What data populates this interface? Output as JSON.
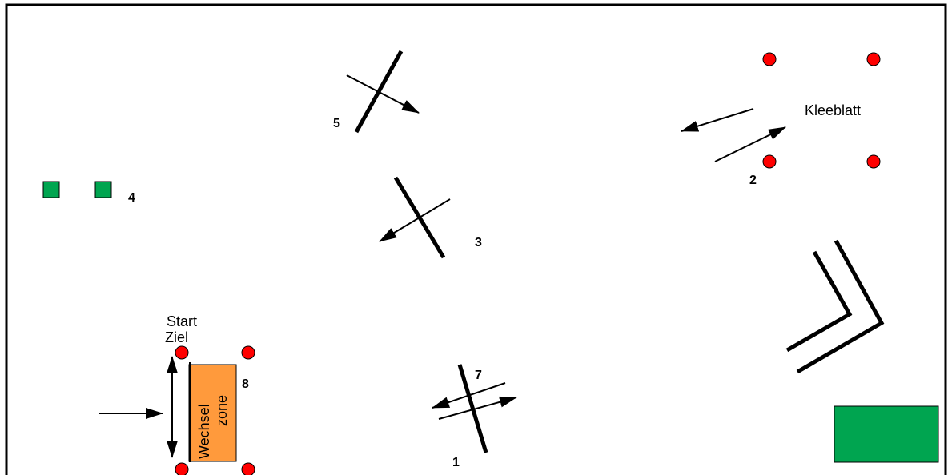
{
  "course": {
    "labels": {
      "kleeblatt": "Kleeblatt",
      "start": "Start",
      "ziel": "Ziel",
      "wechsel": "Wechsel",
      "zone": "zone"
    },
    "obstacles": [
      {
        "number": "1"
      },
      {
        "number": "2"
      },
      {
        "number": "3"
      },
      {
        "number": "4"
      },
      {
        "number": "5"
      },
      {
        "number": "7"
      },
      {
        "number": "8"
      }
    ],
    "colors": {
      "cone": "#ff0000",
      "marker": "#00a550",
      "zone_fill": "#ff9a3c",
      "line": "#000000"
    }
  }
}
